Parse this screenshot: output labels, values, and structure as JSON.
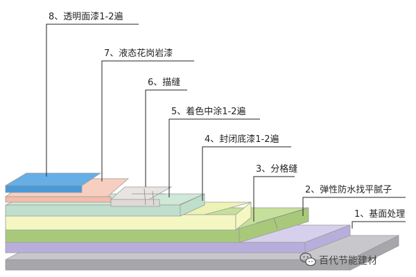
{
  "layers": [
    {
      "id": "base",
      "label": "1、基面处理",
      "top": "#c8c8cc",
      "front": "#a6a6ab"
    },
    {
      "id": "putty",
      "label": "2、弹性防水找平腻子",
      "top": "#d6d0ec",
      "front": "#b8aedb"
    },
    {
      "id": "groove",
      "label": "3、分格缝",
      "top": "#c5e09a",
      "front": "#a9c97a"
    },
    {
      "id": "primer",
      "label": "4、封闭底漆1-2遍",
      "top": "#ecf3b4",
      "front": "#f4f7c2"
    },
    {
      "id": "mid",
      "label": "5、着色中涂1-2遍",
      "top": "#cfe8d8",
      "front": "#bfdfcc"
    },
    {
      "id": "trace",
      "label": "6、描缝",
      "top": "#e8e4e2",
      "front": "#dedad8"
    },
    {
      "id": "granite",
      "label": "7、液态花岗岩漆",
      "top": "#f7cfc0",
      "front": "#f3bcab"
    },
    {
      "id": "clear",
      "label": "8、透明面漆1-2遍",
      "top": "#66aee6",
      "front": "#4a9ad8"
    }
  ],
  "watermark": {
    "icon": "wechat-icon",
    "text": "百代节能建材"
  },
  "colors": {
    "line": "#222222",
    "edge": "#9a9a9a"
  }
}
